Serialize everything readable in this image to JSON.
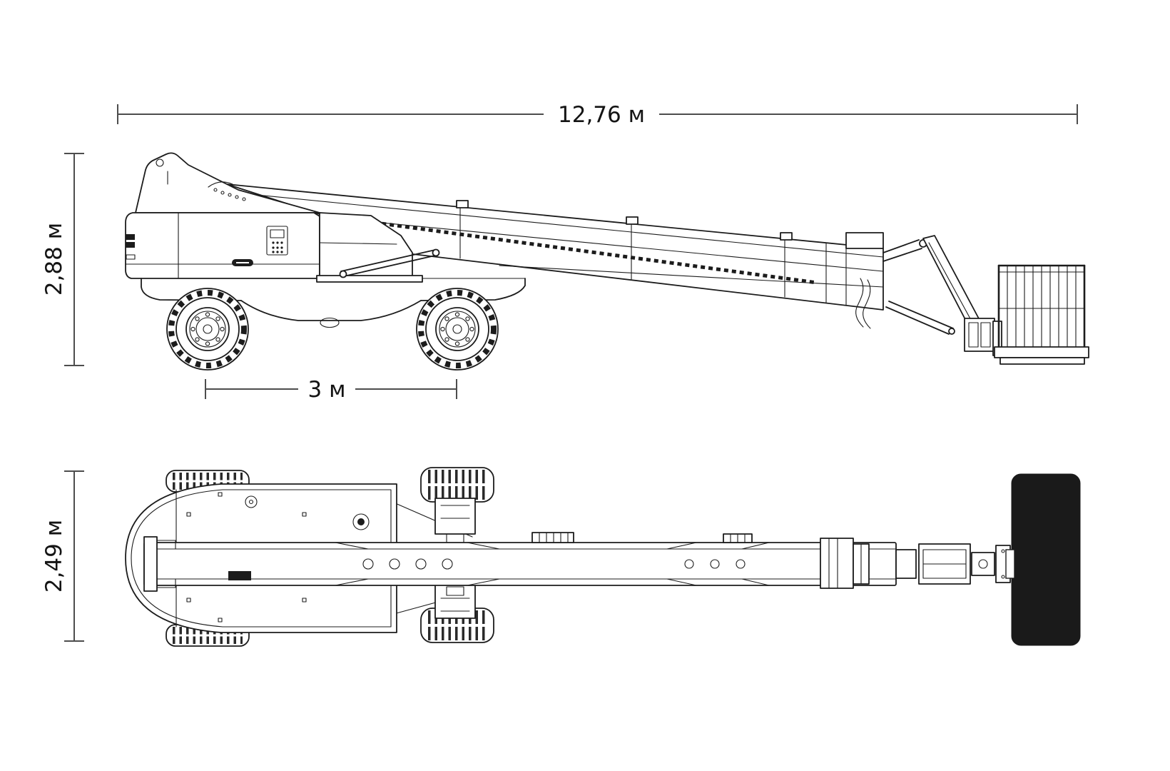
{
  "diagram": {
    "type": "technical-drawing",
    "subject": "telescopic boom lift, side view and top view",
    "dimensions": {
      "overall_length": "12,76 м",
      "overall_height": "2,88 м",
      "wheelbase": "3 м",
      "overall_width": "2,49 м"
    },
    "colors": {
      "line": "#1c1c1c",
      "dimension_line": "#4d4d4d",
      "background": "#ffffff",
      "platform_fill": "#1a1a1a"
    }
  }
}
